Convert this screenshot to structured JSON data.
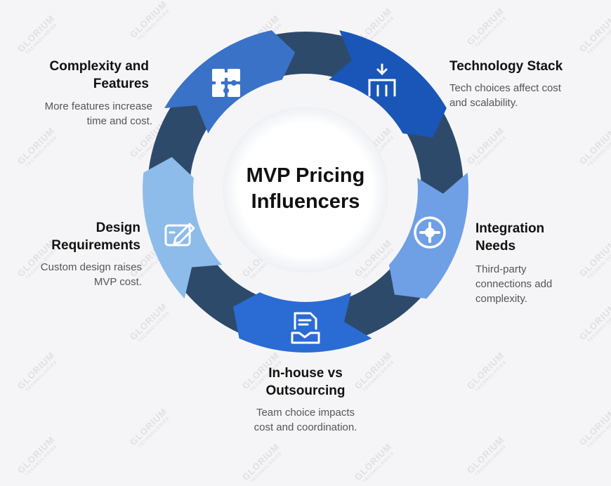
{
  "center": {
    "title_line1": "MVP Pricing",
    "title_line2": "Influencers"
  },
  "watermark": {
    "brand": "GLORIUM",
    "sub": "TECHNOLOGIES"
  },
  "colors": {
    "ring": "#2e4a6a",
    "tech": "#1a56b8",
    "complexity": "#3a72c8",
    "integration": "#6f9fe4",
    "design": "#8dbcea",
    "outsourcing": "#2a6cd4"
  },
  "factors": {
    "complexity": {
      "title_line1": "Complexity and",
      "title_line2": "Features",
      "desc_line1": "More features increase",
      "desc_line2": "time and cost.",
      "icon": "puzzle-icon"
    },
    "tech": {
      "title": "Technology Stack",
      "desc_line1": "Tech choices affect cost",
      "desc_line2": "and scalability.",
      "icon": "stack-icon"
    },
    "design": {
      "title_line1": "Design",
      "title_line2": "Requirements",
      "desc_line1": "Custom design raises",
      "desc_line2": "MVP cost.",
      "icon": "design-edit-icon"
    },
    "integration": {
      "title_line1": "Integration",
      "title_line2": "Needs",
      "desc_line1": "Third-party",
      "desc_line2": "connections add",
      "desc_line3": "complexity.",
      "icon": "gear-icon"
    },
    "outsourcing": {
      "title_line1": "In-house vs",
      "title_line2": "Outsourcing",
      "desc_line1": "Team choice impacts",
      "desc_line2": "cost and coordination.",
      "icon": "handshake-document-icon"
    }
  }
}
